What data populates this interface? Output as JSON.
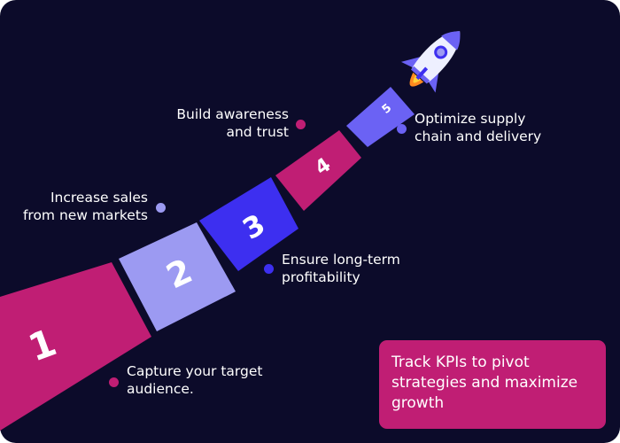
{
  "colors": {
    "background": "#0c0b2a",
    "magenta": "#c01e74",
    "lavender": "#9c9af2",
    "royal_blue": "#3d2ff0",
    "violet": "#6b62f4"
  },
  "steps": [
    {
      "number": "1",
      "text_line1": "Capture your target",
      "text_line2": "audience.",
      "dot_color": "#c01e74"
    },
    {
      "number": "2",
      "text_line1": "Increase sales",
      "text_line2": "from new markets",
      "dot_color": "#9c9af2"
    },
    {
      "number": "3",
      "text_line1": "Ensure long-term",
      "text_line2": "profitability",
      "dot_color": "#3d2ff0"
    },
    {
      "number": "4",
      "text_line1": "Build awareness",
      "text_line2": "and trust",
      "dot_color": "#c01e74"
    },
    {
      "number": "5",
      "text_line1": "Optimize supply",
      "text_line2": "chain and delivery",
      "dot_color": "#6b62f4"
    }
  ],
  "callout": {
    "line1": "Track KPIs to pivot",
    "line2": "strategies and maximize",
    "line3": "growth"
  },
  "icons": {
    "rocket": "rocket-icon"
  }
}
